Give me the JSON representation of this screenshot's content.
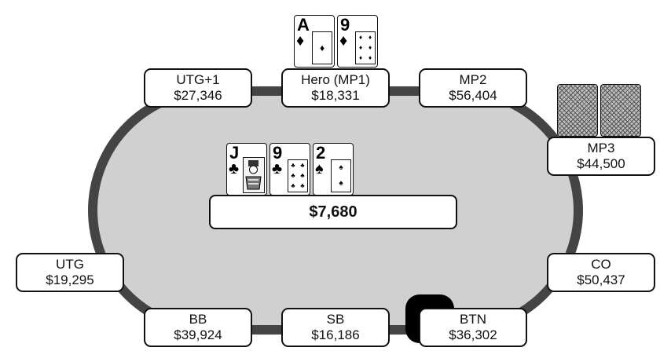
{
  "table": {
    "felt_color": "#d0d0d0",
    "rail_color": "#444444"
  },
  "pot": {
    "amount": "$7,680"
  },
  "board": [
    {
      "rank": "J",
      "suit": "♣",
      "kind": "face"
    },
    {
      "rank": "9",
      "suit": "♣",
      "kind": "pips"
    },
    {
      "rank": "2",
      "suit": "♠",
      "kind": "single"
    }
  ],
  "hero_cards": [
    {
      "rank": "A",
      "suit": "♦",
      "kind": "single"
    },
    {
      "rank": "9",
      "suit": "♦",
      "kind": "pips"
    }
  ],
  "seats": {
    "utg1": {
      "name": "UTG+1",
      "stack": "$27,346"
    },
    "hero": {
      "name": "Hero (MP1)",
      "stack": "$18,331"
    },
    "mp2": {
      "name": "MP2",
      "stack": "$56,404"
    },
    "mp3": {
      "name": "MP3",
      "stack": "$44,500"
    },
    "utg": {
      "name": "UTG",
      "stack": "$19,295"
    },
    "co": {
      "name": "CO",
      "stack": "$50,437"
    },
    "bb": {
      "name": "BB",
      "stack": "$39,924"
    },
    "sb": {
      "name": "SB",
      "stack": "$16,186"
    },
    "btn": {
      "name": "BTN",
      "stack": "$36,302"
    }
  }
}
